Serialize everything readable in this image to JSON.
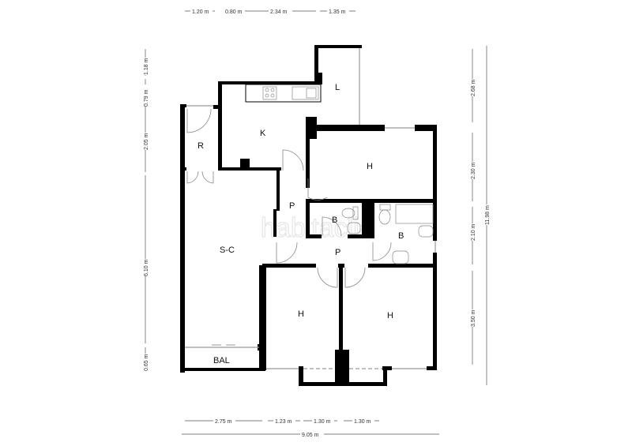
{
  "plan": {
    "watermark": "habitaclia",
    "colors": {
      "wall": "#000000",
      "fixture": "#888888",
      "dimension_line": "#555555",
      "background": "#ffffff"
    }
  },
  "dimensions": {
    "top": [
      "1.20 m",
      "0.80 m",
      "2.34 m",
      "1.35 m"
    ],
    "bottom": [
      "2.75 m",
      "1.23 m",
      "1.30 m",
      "1.30 m"
    ],
    "bottom_total": "9.05 m",
    "left": [
      "1.18 m",
      "0.79 m",
      "2.05 m",
      "6.10 m",
      "0.65 m"
    ],
    "right": [
      "2.68 m",
      "2.30 m",
      "2.10 m",
      "3.50 m"
    ],
    "right_total": "11.98 m"
  },
  "rooms": {
    "laundry": "L",
    "kitchen": "K",
    "storage": "R",
    "bedroom_top": "H",
    "hall_upper": "P",
    "bath_small": "B",
    "bath_large": "B",
    "living_dining": "S-C",
    "hall_lower": "P",
    "bedroom_bottom_left": "H",
    "bedroom_bottom_right": "H",
    "balcony": "BAL"
  }
}
